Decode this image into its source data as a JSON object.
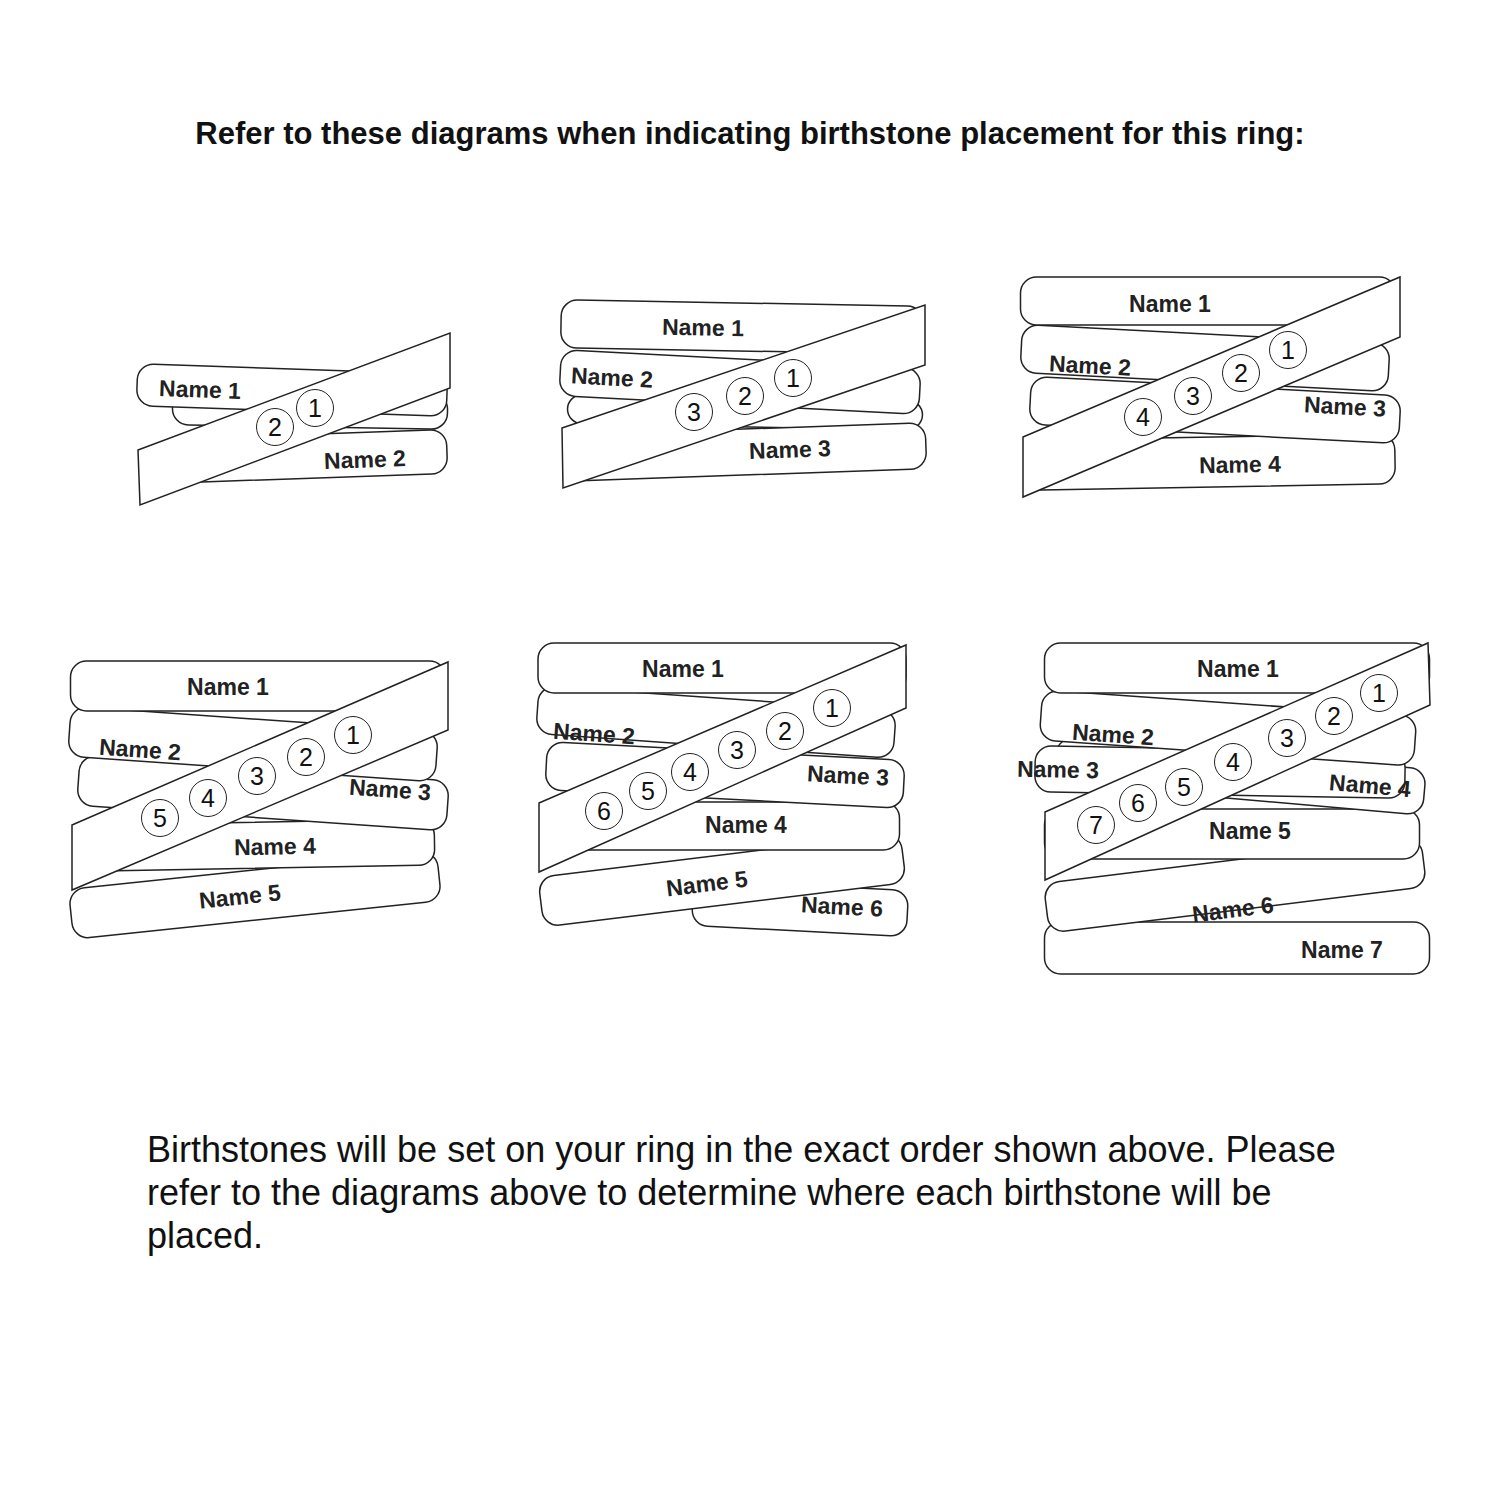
{
  "diagram": {
    "title": "Refer to these diagrams when indicating birthstone placement for this ring:",
    "caption": "Birthstones will be set on your ring in the exact order shown above. Please refer to the diagrams above to determine where each birthstone will be placed.",
    "nodes": [
      {
        "text": [
          "Name 1"
        ]
      },
      {
        "text": [
          "Name 2"
        ]
      },
      {
        "text": [
          "1"
        ]
      },
      {
        "text": [
          "2"
        ]
      },
      {
        "text": [
          "Name 1"
        ]
      },
      {
        "text": [
          "Name 2"
        ]
      },
      {
        "text": [
          "Name 3"
        ]
      },
      {
        "text": [
          "1"
        ]
      },
      {
        "text": [
          "2"
        ]
      },
      {
        "text": [
          "3"
        ]
      },
      {
        "text": [
          "Name 1"
        ]
      },
      {
        "text": [
          "Name 2"
        ]
      },
      {
        "text": [
          "Name 3"
        ]
      },
      {
        "text": [
          "Name 4"
        ]
      },
      {
        "text": [
          "1"
        ]
      },
      {
        "text": [
          "2"
        ]
      },
      {
        "text": [
          "3"
        ]
      },
      {
        "text": [
          "4"
        ]
      },
      {
        "text": [
          "Name 1"
        ]
      },
      {
        "text": [
          "Name 2"
        ]
      },
      {
        "text": [
          "Name 3"
        ]
      },
      {
        "text": [
          "Name 4"
        ]
      },
      {
        "text": [
          "Name 5"
        ]
      },
      {
        "text": [
          "1"
        ]
      },
      {
        "text": [
          "2"
        ]
      },
      {
        "text": [
          "3"
        ]
      },
      {
        "text": [
          "4"
        ]
      },
      {
        "text": [
          "5"
        ]
      },
      {
        "text": [
          "Name 1"
        ]
      },
      {
        "text": [
          "Name 2"
        ]
      },
      {
        "text": [
          "Name 3"
        ]
      },
      {
        "text": [
          "Name 4"
        ]
      },
      {
        "text": [
          "Name 5"
        ]
      },
      {
        "text": [
          "Name 6"
        ]
      },
      {
        "text": [
          "1"
        ]
      },
      {
        "text": [
          "2"
        ]
      },
      {
        "text": [
          "3"
        ]
      },
      {
        "text": [
          "4"
        ]
      },
      {
        "text": [
          "5"
        ]
      },
      {
        "text": [
          "6"
        ]
      },
      {
        "text": [
          "Name 1"
        ]
      },
      {
        "text": [
          "Name 2"
        ]
      },
      {
        "text": [
          "Name 3"
        ]
      },
      {
        "text": [
          "Name 4"
        ]
      },
      {
        "text": [
          "Name 5"
        ]
      },
      {
        "text": [
          "Name 6"
        ]
      },
      {
        "text": [
          "Name 7"
        ]
      },
      {
        "text": [
          "1"
        ]
      },
      {
        "text": [
          "2"
        ]
      },
      {
        "text": [
          "3"
        ]
      },
      {
        "text": [
          "4"
        ]
      },
      {
        "text": [
          "5"
        ]
      },
      {
        "text": [
          "6"
        ]
      },
      {
        "text": [
          "7"
        ]
      }
    ]
  }
}
